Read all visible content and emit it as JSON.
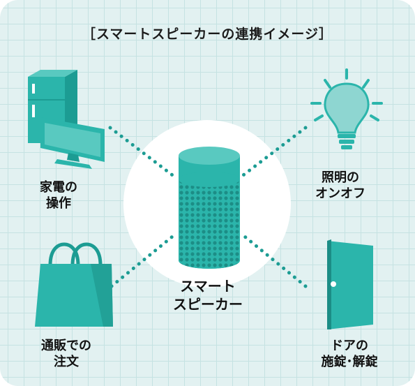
{
  "title": "［スマートスピーカーの連携イメージ］",
  "center": {
    "label_lines": [
      "スマート",
      "スピーカー"
    ]
  },
  "nodes": {
    "appliance": {
      "label_lines": [
        "家電の",
        "操作"
      ]
    },
    "light": {
      "label_lines": [
        "照明の",
        "オンオフ"
      ]
    },
    "shopping": {
      "label_lines": [
        "通販での",
        "注文"
      ]
    },
    "door": {
      "label_lines": [
        "ドアの",
        "施錠･解錠"
      ]
    }
  },
  "colors": {
    "background": "#e2f1f1",
    "grid": "#c5e2e2",
    "accent": "#2bb5ab",
    "accent_dark": "#1c8d86",
    "accent_light": "#59c9c0",
    "bulb": "#8ed6d1",
    "circle": "#ffffff"
  },
  "icons": [
    "fridge-icon",
    "tv-icon",
    "light-bulb-icon",
    "shopping-bag-icon",
    "door-icon",
    "smart-speaker-icon"
  ]
}
